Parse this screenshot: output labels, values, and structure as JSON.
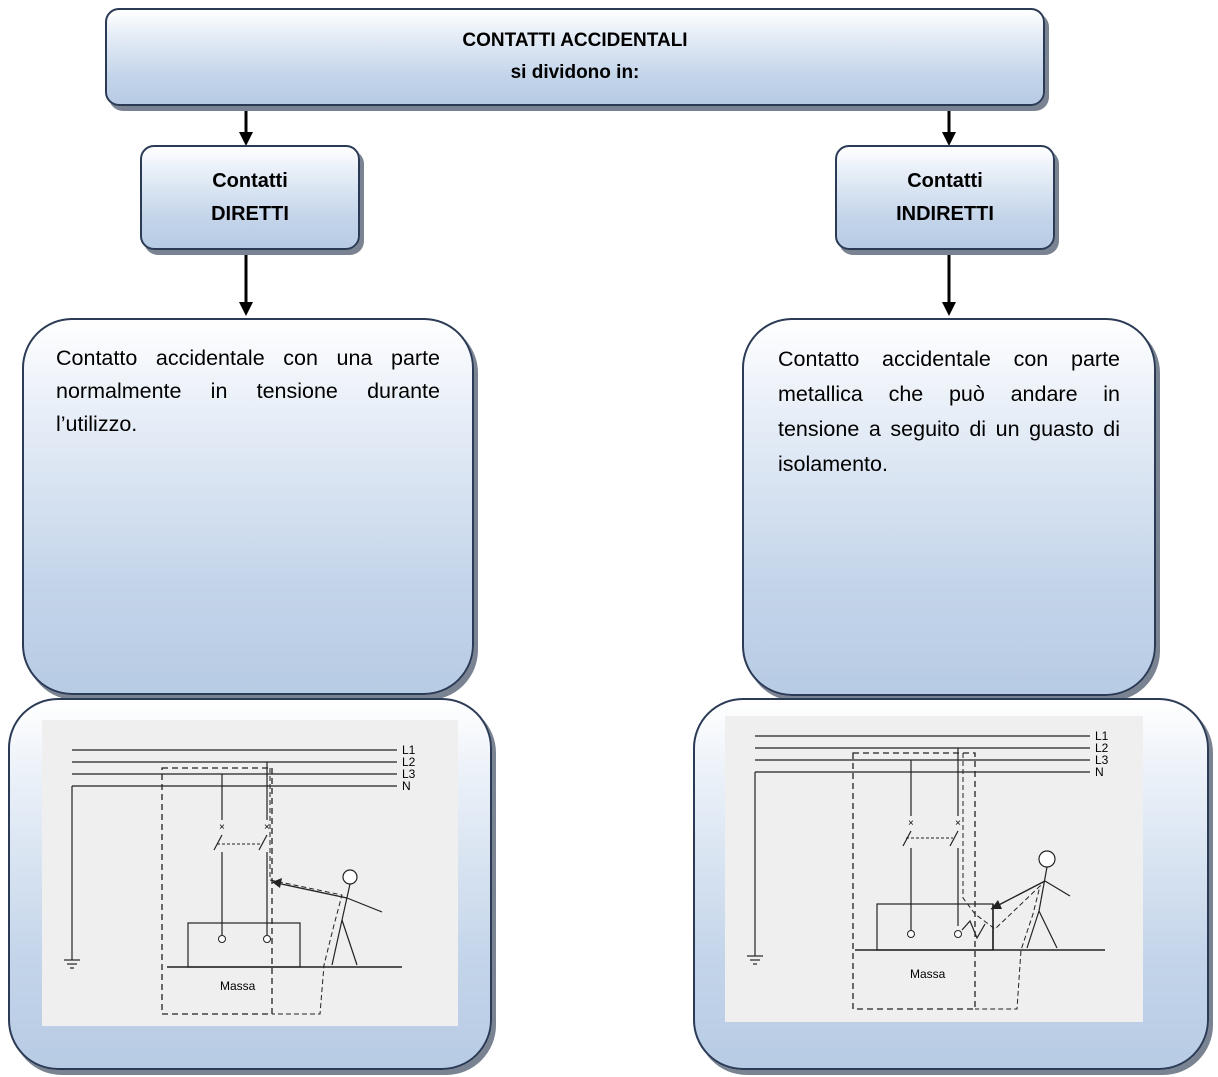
{
  "title": {
    "line1": "CONTATTI ACCIDENTALI",
    "line2": "si dividono in:"
  },
  "left": {
    "category_line1": "Contatti",
    "category_line2": "DIRETTI",
    "description": "Contatto accidentale con una parte normalmente in tensione durante l’utilizzo.",
    "diagram": {
      "L1": "L1",
      "L2": "L2",
      "L3": "L3",
      "N": "N",
      "mass_label": "Massa"
    }
  },
  "right": {
    "category_line1": "Contatti",
    "category_line2": "INDIRETTI",
    "description": "Contatto accidentale con parte metallica che può andare in tensione a seguito di un guasto di isolamento.",
    "diagram": {
      "L1": "L1",
      "L2": "L2",
      "L3": "L3",
      "N": "N",
      "mass_label": "Massa"
    }
  }
}
